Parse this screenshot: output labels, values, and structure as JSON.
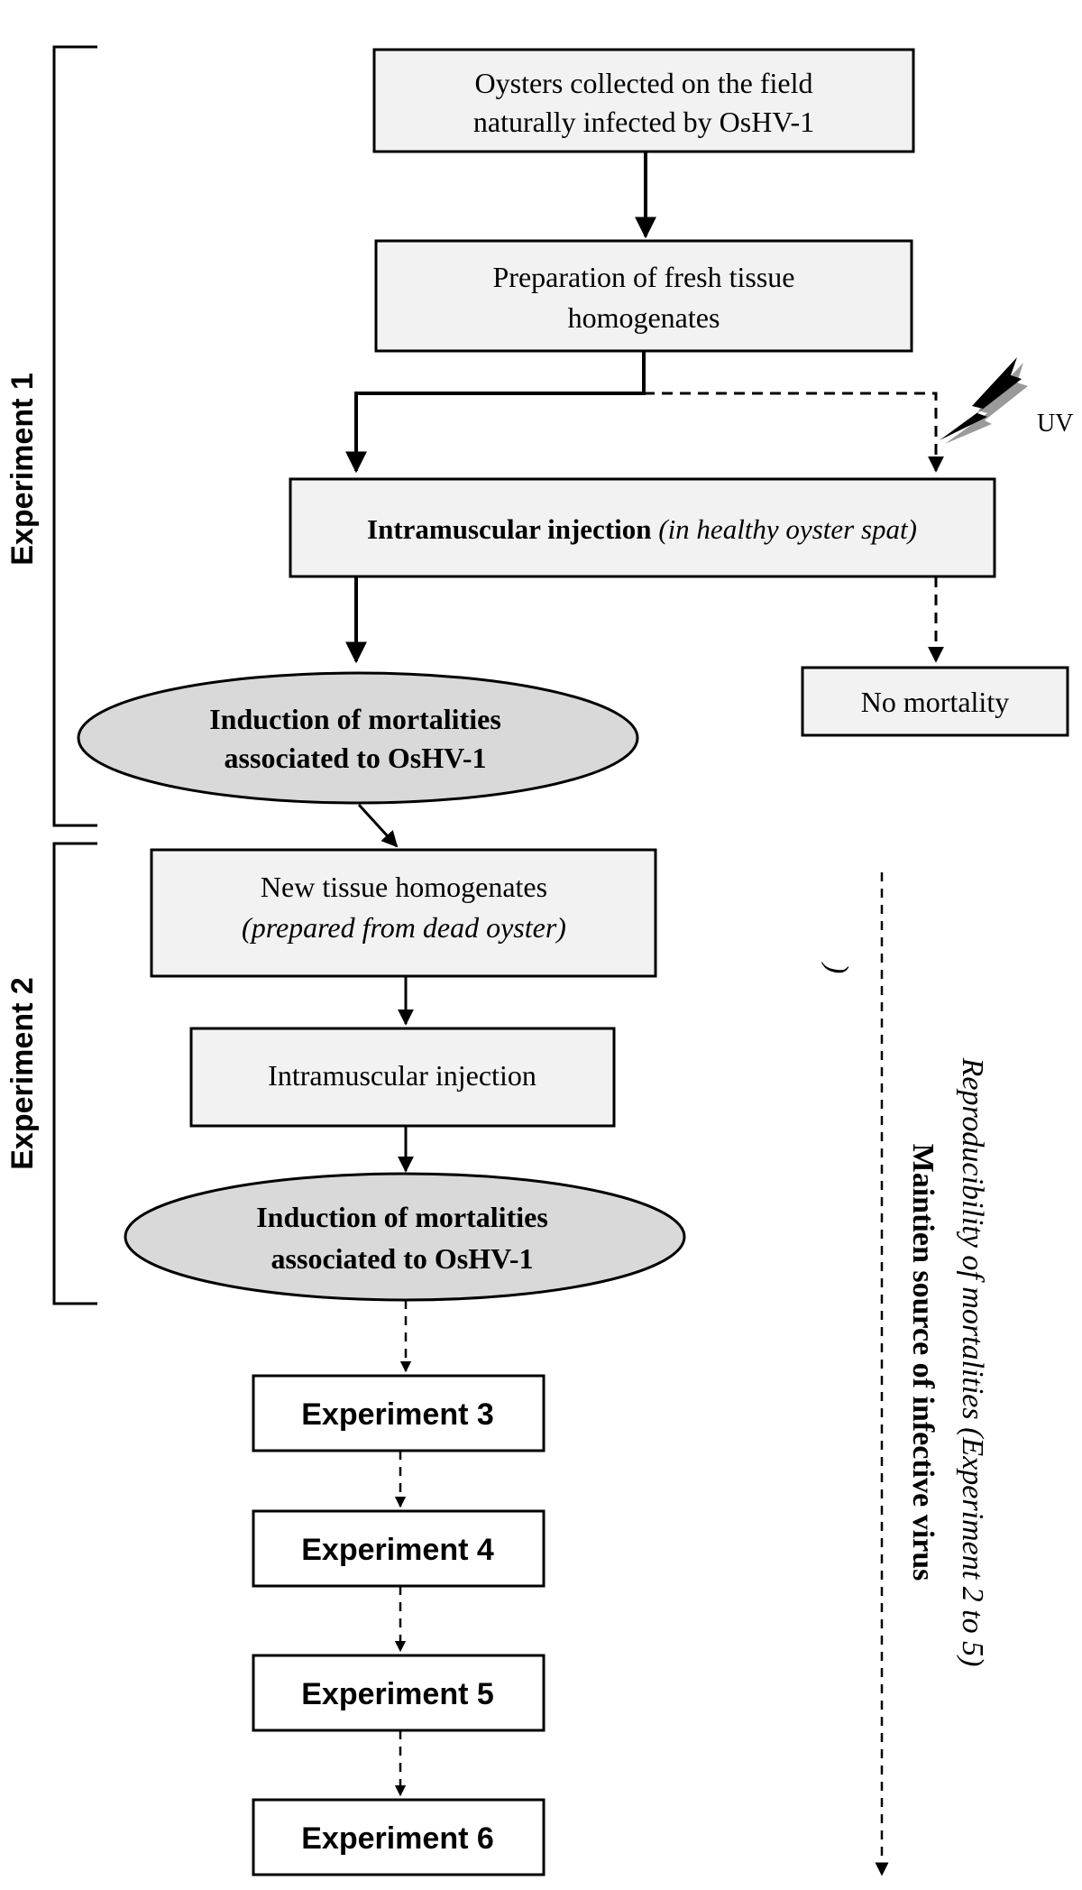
{
  "brackets": {
    "experiment1": "Experiment 1",
    "experiment2": "Experiment 2"
  },
  "nodes": {
    "field_oysters": [
      "Oysters collected on the field",
      "naturally infected by OsHV-1"
    ],
    "prep_homogenates": [
      "Preparation of fresh tissue",
      "homogenates"
    ],
    "injection1_bold": "Intramuscular injection",
    "injection1_italic": "(in healthy oyster spat)",
    "uv_label": "UV",
    "no_mortality": "No mortality",
    "induction1": [
      "Induction of mortalities",
      "associated to OsHV-1"
    ],
    "new_homogenates": "New tissue homogenates",
    "new_homogenates_italic": "(prepared from dead oyster)",
    "injection2": "Intramuscular injection",
    "induction2": [
      "Induction of mortalities",
      "associated to OsHV-1"
    ],
    "experiment3": "Experiment 3",
    "experiment4": "Experiment 4",
    "experiment5": "Experiment 5",
    "experiment6": "Experiment 6"
  },
  "side_notes": {
    "stray_paren": ")",
    "reproducibility": "Reproducibility of mortalities (Experiment 2 to 5)",
    "maintain": "Maintien source of infective virus"
  },
  "colors": {
    "box_fill": "#f2f2f2",
    "oval_fill": "#d9d9d9",
    "uv_bolt": "#000000"
  }
}
